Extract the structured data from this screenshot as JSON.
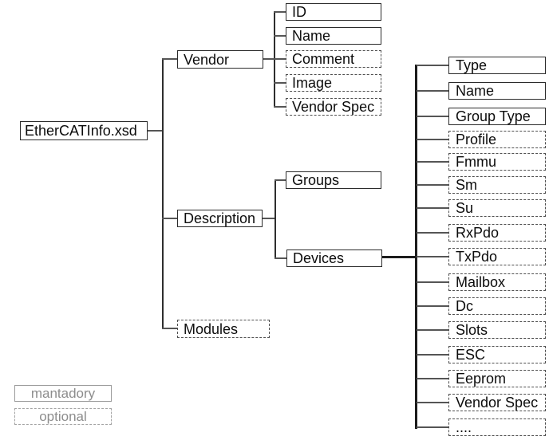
{
  "tree": {
    "root": {
      "label": "EtherCATInfo.xsd"
    },
    "vendor": {
      "label": "Vendor",
      "children": [
        {
          "label": "ID",
          "style": "mandatory"
        },
        {
          "label": "Name",
          "style": "mandatory"
        },
        {
          "label": "Comment",
          "style": "optional"
        },
        {
          "label": "Image",
          "style": "optional"
        },
        {
          "label": "Vendor Spec",
          "style": "optional"
        }
      ]
    },
    "description": {
      "label": "Description",
      "children": [
        {
          "label": "Groups",
          "style": "mandatory"
        },
        {
          "label": "Devices",
          "style": "mandatory"
        }
      ]
    },
    "devices": {
      "children": [
        {
          "label": "Type",
          "style": "mandatory"
        },
        {
          "label": "Name",
          "style": "mandatory"
        },
        {
          "label": "Group Type",
          "style": "mandatory"
        },
        {
          "label": "Profile",
          "style": "optional"
        },
        {
          "label": "Fmmu",
          "style": "optional"
        },
        {
          "label": "Sm",
          "style": "optional"
        },
        {
          "label": "Su",
          "style": "optional"
        },
        {
          "label": "RxPdo",
          "style": "optional"
        },
        {
          "label": "TxPdo",
          "style": "optional"
        },
        {
          "label": "Mailbox",
          "style": "optional"
        },
        {
          "label": "Dc",
          "style": "optional"
        },
        {
          "label": "Slots",
          "style": "optional"
        },
        {
          "label": "ESC",
          "style": "optional"
        },
        {
          "label": "Eeprom",
          "style": "optional"
        },
        {
          "label": "Vendor Spec",
          "style": "optional"
        },
        {
          "label": "....",
          "style": "optional"
        }
      ]
    },
    "modules": {
      "label": "Modules",
      "style": "optional"
    }
  },
  "legend": {
    "mandatory": "mantadory",
    "optional": "optional"
  },
  "colors": {
    "mandatory_border": "#2b2b2b",
    "optional_border": "#4f4f4f",
    "connector": "#555555",
    "trunk": "#2e2e2e",
    "strong_connector": "#1c1c1c",
    "legend_gray": "#9c9c9c",
    "text": "#0c0c0c",
    "background": "#ffffff"
  }
}
